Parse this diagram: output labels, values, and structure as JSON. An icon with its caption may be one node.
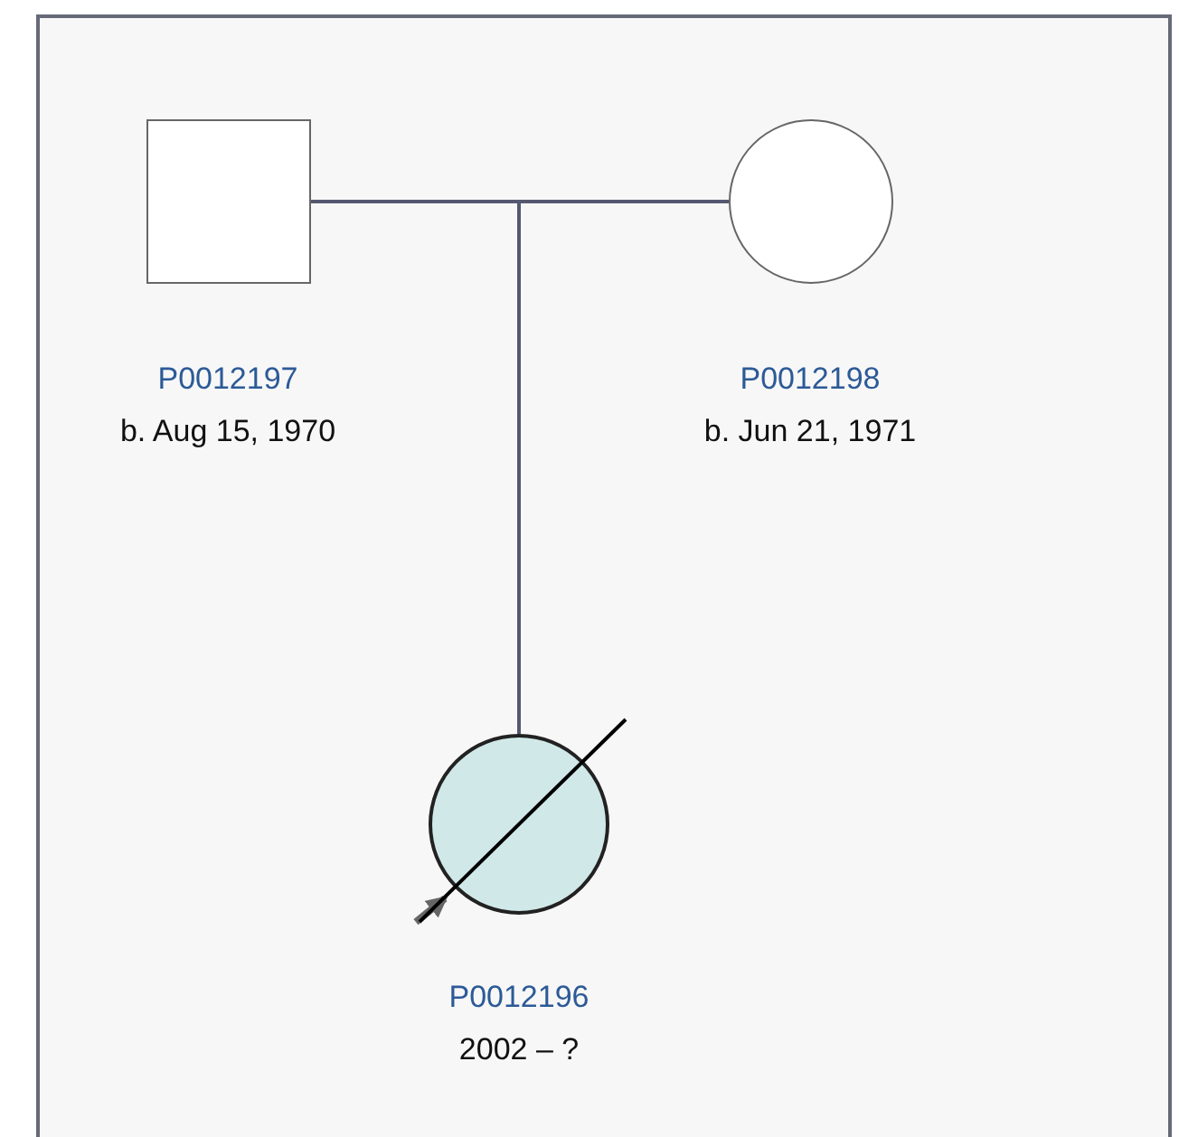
{
  "diagram": {
    "nodes": [
      {
        "text": [],
        "shape": "box",
        "beside": [
          "P0012197",
          "b. Aug 15, 1970"
        ]
      },
      {
        "text": [],
        "shape": "circle",
        "beside": [
          "P0012198",
          "b. Jun 21, 1971"
        ]
      },
      {
        "text": [],
        "shape": "circle",
        "beside": [
          "P0012196",
          "2002 – ?"
        ]
      }
    ],
    "edges": [
      {
        "from": 0,
        "to": 2,
        "arrow": "none"
      },
      {
        "from": 1,
        "to": 2,
        "arrow": "none"
      },
      {
        "from": null,
        "to": 2,
        "arrow": "to",
        "style": "thick",
        "color": "#666666"
      }
    ]
  }
}
